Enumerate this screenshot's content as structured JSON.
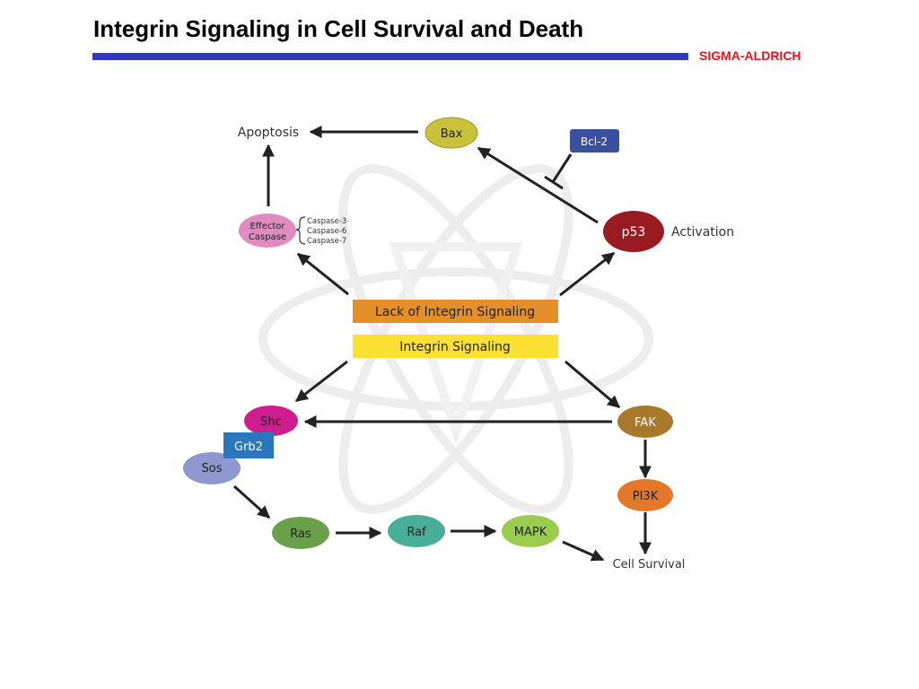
{
  "header": {
    "title": "Integrin Signaling in Cell Survival and Death",
    "brand": "SIGMA-ALDRICH"
  },
  "colors": {
    "title_rule": "#3333cc",
    "brand": "#e8141b",
    "arrow": "#222222",
    "bax": "#c8c23a",
    "bcl2": "#3b4fa0",
    "p53": "#9a1a22",
    "effector_caspase": "#e08cc0",
    "lack_bar": "#e58f2b",
    "integrin_bar": "#fbe131",
    "shc": "#cf1c8e",
    "grb2": "#2a77bd",
    "sos": "#8f97cf",
    "fak": "#a8782b",
    "pi3k": "#e3772a",
    "ras": "#6ba04a",
    "raf": "#48ae97",
    "mapk": "#9acc4e"
  },
  "diagram": {
    "apoptosis": "Apoptosis",
    "bax": "Bax",
    "bcl2": "Bcl-2",
    "p53": "p53",
    "activation": "Activation",
    "effector_caspase": {
      "line1": "Effector",
      "line2": "Caspase"
    },
    "caspases": [
      "Caspase-3",
      "Caspase-6",
      "Caspase-7"
    ],
    "lack_of_integrin_signaling": "Lack of Integrin Signaling",
    "integrin_signaling": "Integrin Signaling",
    "shc": "Shc",
    "grb2": "Grb2",
    "sos": "Sos",
    "fak": "FAK",
    "pi3k": "PI3K",
    "ras": "Ras",
    "raf": "Raf",
    "mapk": "MAPK",
    "cell_survival": "Cell Survival"
  }
}
